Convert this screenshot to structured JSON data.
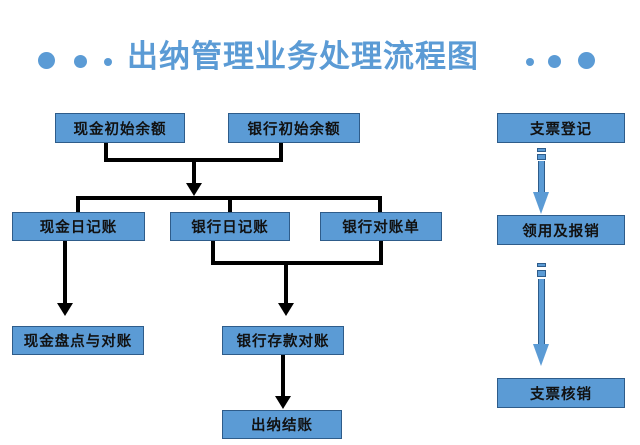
{
  "diagram": {
    "title": "出纳管理业务处理流程图",
    "accent_color": "#5B9BD5",
    "box_border_color": "#2E5C8A",
    "connector_color": "#000000",
    "background_color": "#FFFFFF"
  },
  "decor": {
    "left_dots": [
      "large-dot",
      "medium-dot",
      "small-dot"
    ],
    "right_dots": [
      "small-dot",
      "medium-dot",
      "large-dot"
    ]
  },
  "nodes": {
    "cash_initial_balance": "现金初始余额",
    "bank_initial_balance": "银行初始余额",
    "cash_journal": "现金日记账",
    "bank_journal": "银行日记账",
    "bank_statement": "银行对账单",
    "cash_count_reconcile": "现金盘点与对账",
    "bank_deposit_reconcile": "银行存款对账",
    "cashier_settlement": "出纳结账",
    "check_registration": "支票登记",
    "requisition_reimbursement": "领用及报销",
    "check_writeoff": "支票核销"
  },
  "chart_data": {
    "type": "diagram",
    "title": "出纳管理业务处理流程图",
    "nodes": [
      {
        "id": "cash_initial_balance",
        "label": "现金初始余额",
        "column": "left",
        "row": 1
      },
      {
        "id": "bank_initial_balance",
        "label": "银行初始余额",
        "column": "left",
        "row": 1
      },
      {
        "id": "cash_journal",
        "label": "现金日记账",
        "column": "left",
        "row": 2
      },
      {
        "id": "bank_journal",
        "label": "银行日记账",
        "column": "left",
        "row": 2
      },
      {
        "id": "bank_statement",
        "label": "银行对账单",
        "column": "left",
        "row": 2
      },
      {
        "id": "cash_count_reconcile",
        "label": "现金盘点与对账",
        "column": "left",
        "row": 3
      },
      {
        "id": "bank_deposit_reconcile",
        "label": "银行存款对账",
        "column": "left",
        "row": 3
      },
      {
        "id": "cashier_settlement",
        "label": "出纳结账",
        "column": "left",
        "row": 4
      },
      {
        "id": "check_registration",
        "label": "支票登记",
        "column": "right",
        "row": 1
      },
      {
        "id": "requisition_reimbursement",
        "label": "领用及报销",
        "column": "right",
        "row": 2
      },
      {
        "id": "check_writeoff",
        "label": "支票核销",
        "column": "right",
        "row": 3
      }
    ],
    "edges": [
      {
        "from": "cash_initial_balance",
        "to": "merge_1",
        "style": "black"
      },
      {
        "from": "bank_initial_balance",
        "to": "merge_1",
        "style": "black"
      },
      {
        "from": "merge_1",
        "to": "cash_journal",
        "style": "black"
      },
      {
        "from": "merge_1",
        "to": "bank_journal",
        "style": "black"
      },
      {
        "from": "merge_1",
        "to": "bank_statement",
        "style": "black"
      },
      {
        "from": "cash_journal",
        "to": "cash_count_reconcile",
        "style": "black"
      },
      {
        "from": "bank_journal",
        "to": "bank_deposit_reconcile",
        "style": "black"
      },
      {
        "from": "bank_statement",
        "to": "bank_deposit_reconcile",
        "style": "black"
      },
      {
        "from": "bank_deposit_reconcile",
        "to": "cashier_settlement",
        "style": "black"
      },
      {
        "from": "check_registration",
        "to": "requisition_reimbursement",
        "style": "blue-arrow"
      },
      {
        "from": "requisition_reimbursement",
        "to": "check_writeoff",
        "style": "blue-arrow"
      }
    ]
  }
}
